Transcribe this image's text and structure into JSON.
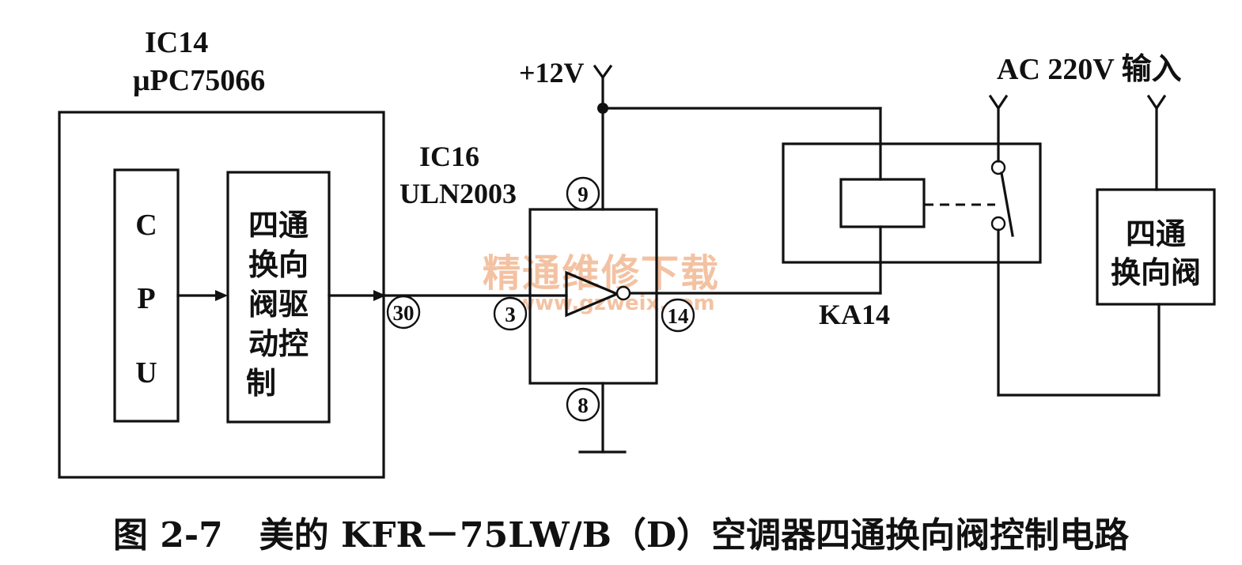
{
  "ic14": {
    "name": "IC14",
    "model": "μPC75066"
  },
  "cpu": {
    "letters": [
      "C",
      "P",
      "U"
    ]
  },
  "control_block": {
    "lines": [
      "四通",
      "换向",
      "阀驱",
      "动控",
      "制"
    ]
  },
  "ic16": {
    "name": "IC16",
    "model": "ULN2003"
  },
  "pins": {
    "ic14_out": "30",
    "ic16_in": "3",
    "ic16_out": "14",
    "ic16_vcc": "9",
    "ic16_gnd": "8"
  },
  "supply": {
    "label": "+12V"
  },
  "relay": {
    "label": "KA14"
  },
  "ac_input": {
    "label": "AC 220V 输入"
  },
  "valve": {
    "lines": [
      "四通",
      "换向阀"
    ]
  },
  "watermark": {
    "text": "精通维修下载",
    "url": "www.gzweix.com"
  },
  "caption": {
    "text": "图 2-7   美的 KFR－75LW/B（D）空调器四通换向阀控制电路"
  }
}
